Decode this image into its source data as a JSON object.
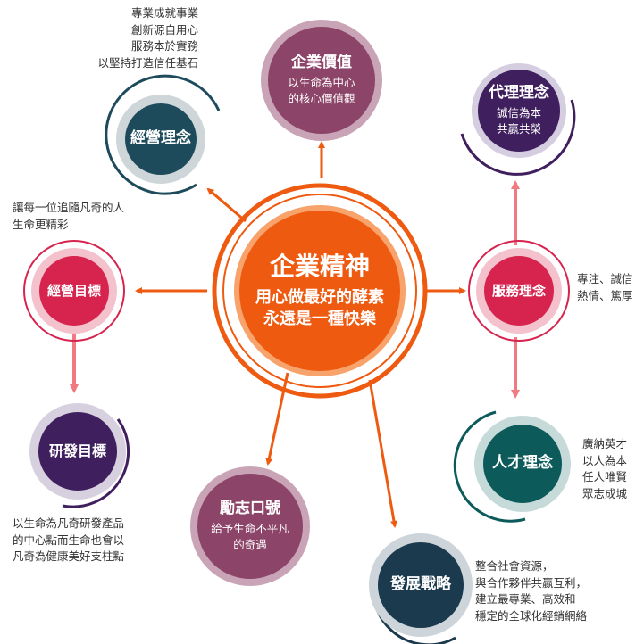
{
  "center": {
    "title": "企業精神",
    "line1": "用心做最好的酵素",
    "line2": "永遠是一種快樂"
  },
  "nodes": {
    "business": {
      "title": "經營理念"
    },
    "value": {
      "title": "企業價值",
      "line1": "以生命為中心",
      "line2": "的核心價值觀"
    },
    "agent": {
      "title": "代理理念",
      "line1": "誠信為本",
      "line2": "共贏共榮"
    },
    "goal": {
      "title": "經營目標"
    },
    "service": {
      "title": "服務理念"
    },
    "rnd": {
      "title": "研發目標"
    },
    "talent": {
      "title": "人才理念"
    },
    "motto": {
      "title": "勵志口號",
      "line1": "給予生命不平凡",
      "line2": "的奇遇"
    },
    "strategy": {
      "title": "發展戰略"
    }
  },
  "notes": {
    "business": [
      "專業成就事業",
      "創新源自用心",
      "服務本於實務",
      "以堅持打造信任基石"
    ],
    "goal": [
      "讓每一位追隨凡奇的人",
      "生命更精彩"
    ],
    "service": [
      "專注、誠信",
      "熱情、篤厚"
    ],
    "rnd": [
      "以生命為凡奇研發產品",
      "的中心點而生命也會以",
      "凡奇為健康美好支柱點"
    ],
    "talent": [
      "廣納英才",
      "以人為本",
      "任人唯賢",
      "眾志成城"
    ],
    "strategy": [
      "整合社會資源，",
      "與合作夥伴共贏互利，",
      "建立最專業、高效和",
      "穩定的全球化經銷網絡"
    ]
  },
  "colors": {
    "orange": "#ee5a10",
    "teal": "#1d4b5c",
    "mauve": "#8c4468",
    "purple": "#3f1f5e",
    "crimson": "#d6244e",
    "pink": "#f07a82",
    "dark_teal": "#0c5a5a",
    "navy": "#1b3a4d"
  }
}
